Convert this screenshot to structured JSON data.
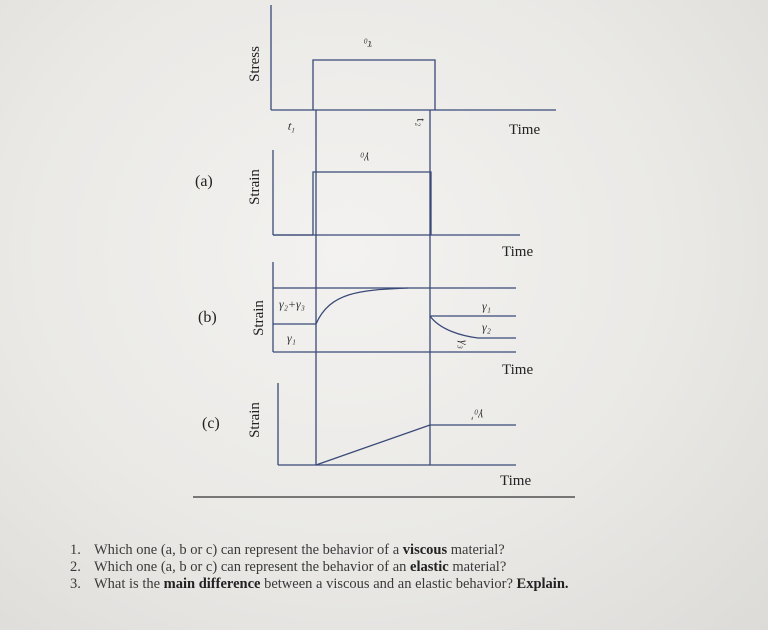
{
  "diagram": {
    "axis_labels": {
      "stress": "Stress",
      "strain_a": "Strain",
      "strain_b": "Strain",
      "strain_c": "Strain"
    },
    "time_labels": [
      "Time",
      "Time",
      "Time",
      "Time"
    ],
    "part_labels": [
      "(a)",
      "(b)",
      "(c)"
    ],
    "markers": {
      "t1": "t₁",
      "t2": "t₂"
    },
    "symbols": {
      "tau0": "τ₀",
      "gamma0_a": "γ₀",
      "gamma2_plus_gamma3": "γ₂+γ₃",
      "gamma1_left": "γ₁",
      "gamma1_right": "γ₁",
      "gamma2_right": "γ₂",
      "gamma3": "γ₃",
      "gamma0_c": "γ₀'"
    }
  },
  "questions": [
    {
      "number": "1.",
      "before": "Which one (a, b or c) can represent the behavior of a ",
      "emphasis": "viscous",
      "after": " material?"
    },
    {
      "number": "2.",
      "before": "Which one (a, b or c) can represent the behavior of an ",
      "emphasis": "elastic",
      "after": " material?"
    },
    {
      "number": "3.",
      "before": "What is the ",
      "emphasis": "main difference",
      "after": " between a viscous and an elastic behavior? ",
      "tail_bold": "Explain."
    }
  ]
}
